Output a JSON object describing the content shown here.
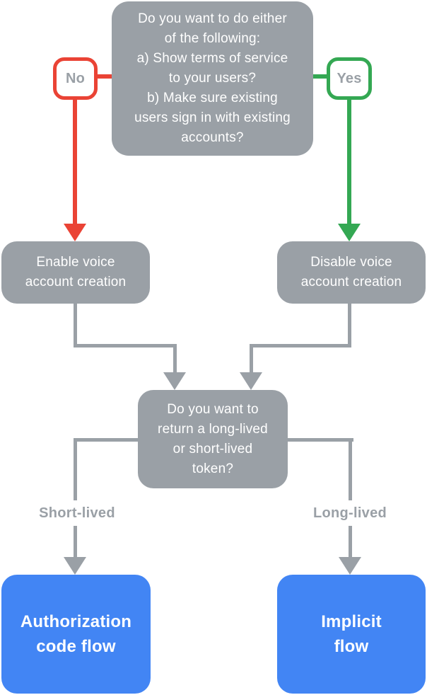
{
  "colors": {
    "gray": "#9aa0a6",
    "red": "#ea4335",
    "green": "#34a853",
    "blue": "#4285f4",
    "background": "#ffffff"
  },
  "flowchart": {
    "top_question": "Do you want to do either\nof the following:\na) Show terms of service\nto your users?\nb) Make sure existing\nusers sign in with existing\naccounts?",
    "no_badge": "No",
    "yes_badge": "Yes",
    "enable_box": "Enable voice\naccount creation",
    "disable_box": "Disable voice\naccount creation",
    "token_question": "Do you want to\nreturn a long-lived\nor short-lived\ntoken?",
    "short_lived_label": "Short-lived",
    "long_lived_label": "Long-lived",
    "authorization_box": "Authorization\ncode flow",
    "implicit_box": "Implicit\nflow"
  }
}
